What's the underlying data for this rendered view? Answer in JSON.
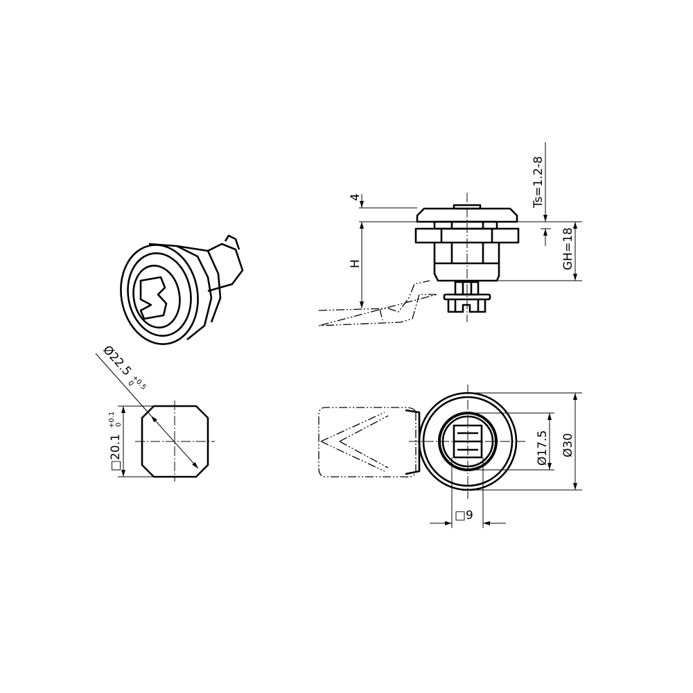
{
  "drawing": {
    "line_color": "#000000",
    "background": "#ffffff",
    "views": [
      "isometric-view",
      "side-view",
      "panel-cutout-view",
      "front-view"
    ],
    "dimensions": {
      "flange_height": "4",
      "h": "H",
      "panel_thickness": "Ts=1.2-8",
      "grip_height": "GH=18",
      "cutout_diameter": "Ø22.5",
      "cutout_diameter_tol_upper": "+0.5",
      "cutout_diameter_tol_lower": "0",
      "cutout_width": "□20.1",
      "cutout_width_tol_upper": "+0.1",
      "cutout_width_tol_lower": "0",
      "insert_diameter": "Ø17.5",
      "outer_diameter": "Ø30",
      "square_drive": "□9"
    }
  }
}
